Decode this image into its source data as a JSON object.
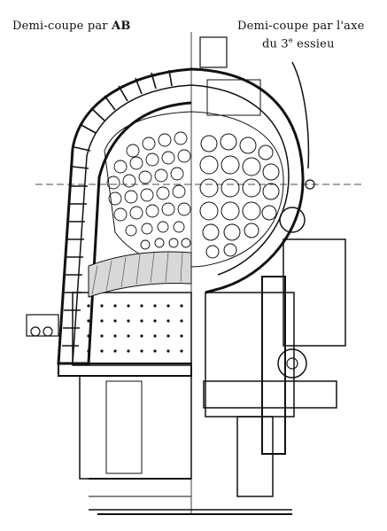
{
  "labels": {
    "left_prefix": "Demi-coupe par ",
    "left_emph": "AB",
    "right_line1": "Demi-coupe par l'axe",
    "right_line2": "du 3",
    "right_sup": "e",
    "right_line2_end": " essieu"
  },
  "colors": {
    "ink": "#111111",
    "paper": "#ffffff",
    "hatch": "#555555"
  }
}
